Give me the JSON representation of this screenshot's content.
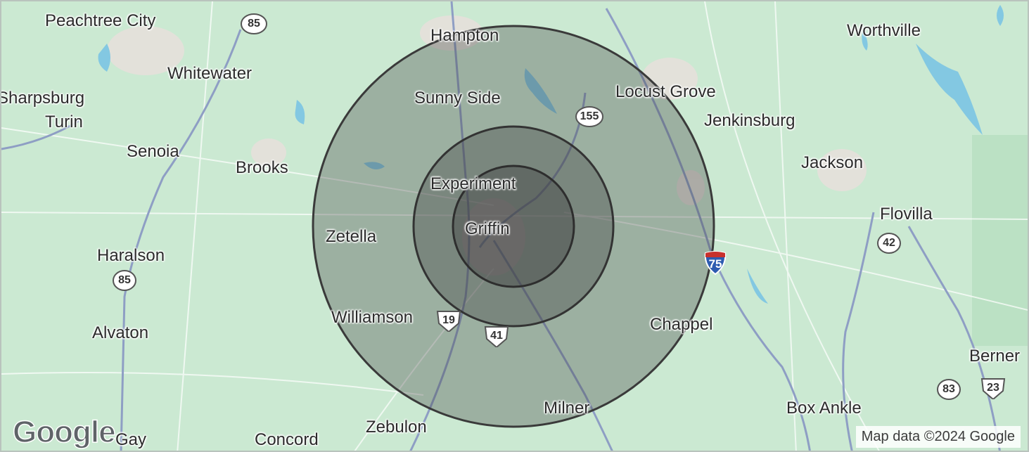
{
  "map": {
    "places": [
      {
        "id": "peachtree-city",
        "label": "Peachtree City"
      },
      {
        "id": "hampton",
        "label": "Hampton"
      },
      {
        "id": "worthville",
        "label": "Worthville"
      },
      {
        "id": "whitewater",
        "label": "Whitewater"
      },
      {
        "id": "sharpsburg",
        "label": "Sharpsburg"
      },
      {
        "id": "turin",
        "label": "Turin"
      },
      {
        "id": "sunny-side",
        "label": "Sunny Side"
      },
      {
        "id": "locust-grove",
        "label": "Locust Grove"
      },
      {
        "id": "jenkinsburg",
        "label": "Jenkinsburg"
      },
      {
        "id": "senoia",
        "label": "Senoia"
      },
      {
        "id": "brooks",
        "label": "Brooks"
      },
      {
        "id": "jackson",
        "label": "Jackson"
      },
      {
        "id": "experiment",
        "label": "Experiment"
      },
      {
        "id": "flovilla",
        "label": "Flovilla"
      },
      {
        "id": "zetella",
        "label": "Zetella"
      },
      {
        "id": "griffin",
        "label": "Griffin"
      },
      {
        "id": "haralson",
        "label": "Haralson"
      },
      {
        "id": "williamson",
        "label": "Williamson"
      },
      {
        "id": "chappel",
        "label": "Chappel"
      },
      {
        "id": "alvaton",
        "label": "Alvaton"
      },
      {
        "id": "berner",
        "label": "Berner"
      },
      {
        "id": "milner",
        "label": "Milner"
      },
      {
        "id": "box-ankle",
        "label": "Box Ankle"
      },
      {
        "id": "gay",
        "label": "Gay"
      },
      {
        "id": "concord",
        "label": "Concord"
      },
      {
        "id": "zebulon",
        "label": "Zebulon"
      }
    ],
    "shields": [
      {
        "id": "us-85-north",
        "type": "state",
        "label": "85"
      },
      {
        "id": "ga-155",
        "type": "state",
        "label": "155"
      },
      {
        "id": "i-75",
        "type": "interstate",
        "label": "75"
      },
      {
        "id": "ga-42",
        "type": "state",
        "label": "42"
      },
      {
        "id": "ga-85-south",
        "type": "state",
        "label": "85"
      },
      {
        "id": "us-19",
        "type": "us",
        "label": "19"
      },
      {
        "id": "us-41",
        "type": "us",
        "label": "41"
      },
      {
        "id": "ga-83",
        "type": "state",
        "label": "83"
      },
      {
        "id": "us-23",
        "type": "us",
        "label": "23"
      }
    ],
    "radius_rings": {
      "center": "Griffin",
      "ring_count": 3,
      "fill_color": "#3a3a3a",
      "stroke_color": "#333333"
    },
    "colors": {
      "land": "#c9e8d0",
      "water": "#7fc7e0",
      "urban": "#e8e2dc",
      "road": "#9aa9c9"
    },
    "logo": "Google",
    "attribution": "Map data ©2024 Google"
  }
}
